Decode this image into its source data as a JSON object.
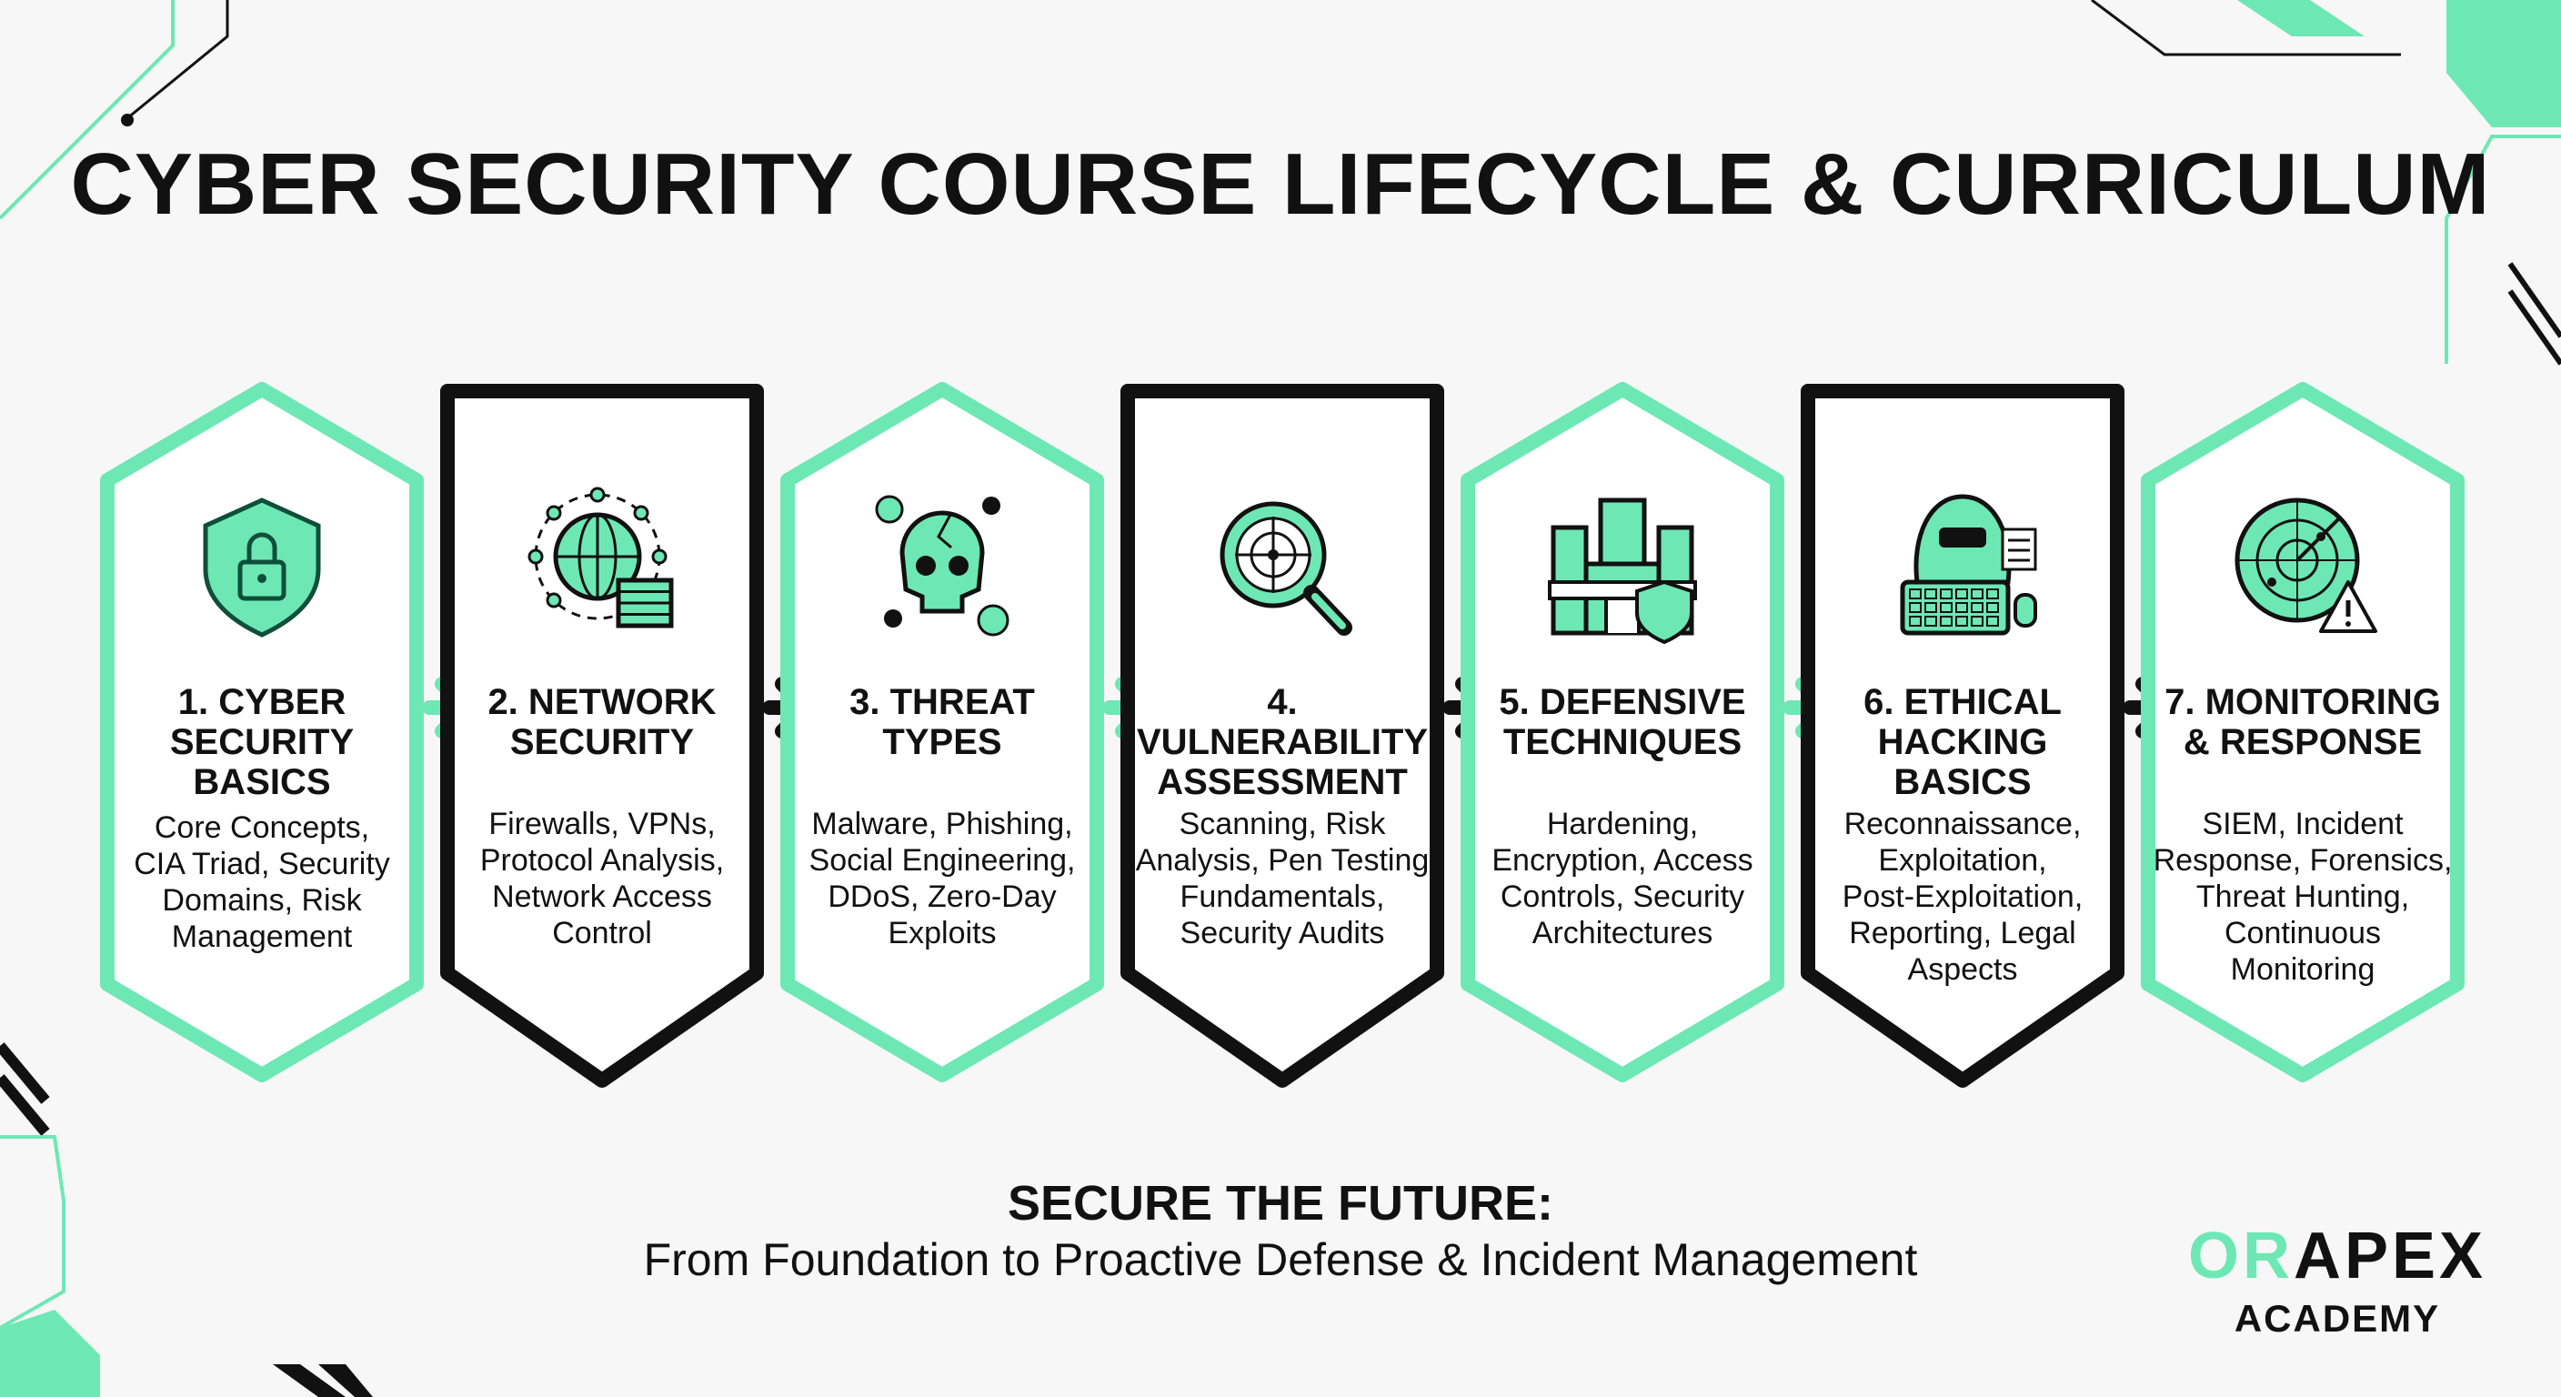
{
  "title": "CYBER SECURITY COURSE LIFECYCLE & CURRICULUM",
  "colors": {
    "accent": "#6de8b4",
    "accent_dark": "#0f4f3a",
    "dark": "#111111",
    "background": "#f7f7f7"
  },
  "steps": [
    {
      "title_lines": [
        "1. CYBER",
        "SECURITY",
        "BASICS"
      ],
      "desc_lines": [
        "Core Concepts,",
        "CIA Triad, Security",
        "Domains, Risk",
        "Management"
      ],
      "icon": "shield-lock-icon",
      "style": "accent"
    },
    {
      "title_lines": [
        "2. NETWORK",
        "SECURITY"
      ],
      "desc_lines": [
        "Firewalls, VPNs,",
        "Protocol Analysis,",
        "Network Access",
        "Control"
      ],
      "icon": "globe-firewall-icon",
      "style": "dark"
    },
    {
      "title_lines": [
        "3. THREAT",
        "TYPES"
      ],
      "desc_lines": [
        "Malware, Phishing,",
        "Social Engineering,",
        "DDoS, Zero-Day",
        "Exploits"
      ],
      "icon": "skull-bugs-icon",
      "style": "accent"
    },
    {
      "title_lines": [
        "4. VULNERABILITY",
        "ASSESSMENT"
      ],
      "desc_lines": [
        "Scanning, Risk",
        "Analysis, Pen Testing",
        "Fundamentals,",
        "Security Audits"
      ],
      "icon": "magnifier-target-icon",
      "style": "dark"
    },
    {
      "title_lines": [
        "5. DEFENSIVE",
        "TECHNIQUES"
      ],
      "desc_lines": [
        "Hardening,",
        "Encryption, Access",
        "Controls, Security",
        "Architectures"
      ],
      "icon": "castle-shield-icon",
      "style": "accent"
    },
    {
      "title_lines": [
        "6. ETHICAL",
        "HACKING BASICS"
      ],
      "desc_lines": [
        "Reconnaissance,",
        "Exploitation,",
        "Post-Exploitation,",
        "Reporting, Legal",
        "Aspects"
      ],
      "icon": "hacker-keyboard-icon",
      "style": "dark"
    },
    {
      "title_lines": [
        "7. MONITORING",
        "& RESPONSE"
      ],
      "desc_lines": [
        "SIEM, Incident",
        "Response, Forensics,",
        "Threat Hunting,",
        "Continuous",
        "Monitoring"
      ],
      "icon": "radar-alert-icon",
      "style": "accent"
    }
  ],
  "tagline": {
    "headline": "SECURE THE FUTURE:",
    "subline": "From Foundation to Proactive Defense & Incident Management"
  },
  "brand": {
    "name": "ORAPEX",
    "sub": "ACADEMY"
  }
}
